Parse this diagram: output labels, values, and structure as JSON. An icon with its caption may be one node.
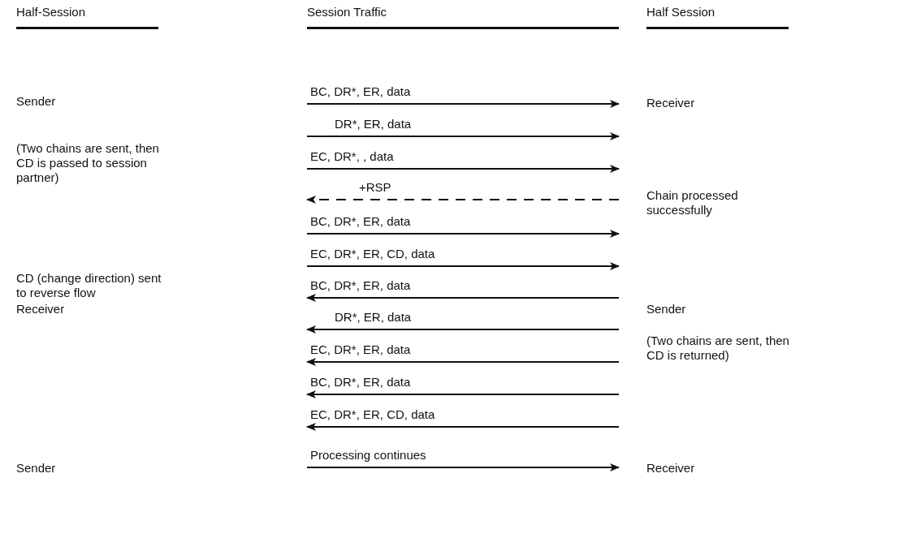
{
  "diagram": {
    "labels": [
      "Half-Session",
      "Session Traffic",
      "Half Session",
      "BC, DR*, ER, data",
      "Sender",
      "Receiver",
      "DR*, ER, data",
      "(Two chains are sent, then CD is passed to session partner)",
      "EC, DR*, , data",
      "+RSP",
      "Chain processed successfully",
      "BC, DR*, ER, data",
      "EC, DR*, ER, CD, data",
      "CD (change direction) sent to reverse flow",
      "BC, DR*, ER, data",
      "Receiver",
      "Sender",
      "DR*, ER, data",
      "(Two chains are sent, then CD is returned)",
      "EC, DR*, ER, data",
      "BC, DR*, ER, data",
      "EC, DR*, ER, CD, data",
      "Processing continues",
      "Sender",
      "Receiver"
    ]
  }
}
